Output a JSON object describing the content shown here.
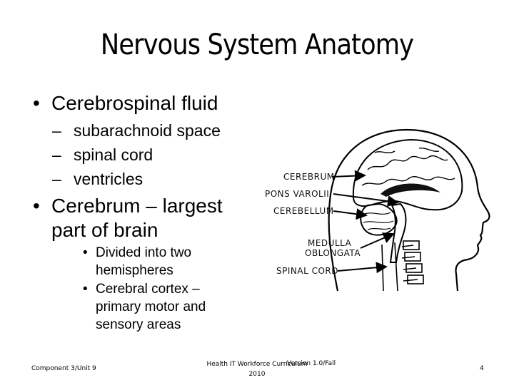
{
  "slide": {
    "title": "Nervous System Anatomy",
    "bullets": {
      "csf": "Cerebrospinal fluid",
      "csf_items": [
        "subarachnoid space",
        "spinal cord",
        "ventricles"
      ],
      "cerebrum_line1": "Cerebrum – largest",
      "cerebrum_line2": "part of brain",
      "cerebrum_items": [
        {
          "line1": "Divided into two",
          "line2": "hemispheres"
        },
        {
          "line1": "Cerebral cortex –",
          "line2": "primary motor and",
          "line3": "sensory areas"
        }
      ]
    },
    "figure": {
      "labels": {
        "cerebrum": "CEREBRUM",
        "pons": "PONS VAROLII",
        "cerebellum": "CEREBELLUM",
        "medulla_1": "MEDULLA",
        "medulla_2": "OBLONGATA",
        "spinal_cord": "SPINAL CORD"
      }
    },
    "footer": {
      "left": "Component 3/Unit 9",
      "center_line1": "Health IT Workforce Curriculum",
      "center_line2": "2010",
      "version": "Version 1.0/Fall",
      "page": "4"
    }
  }
}
